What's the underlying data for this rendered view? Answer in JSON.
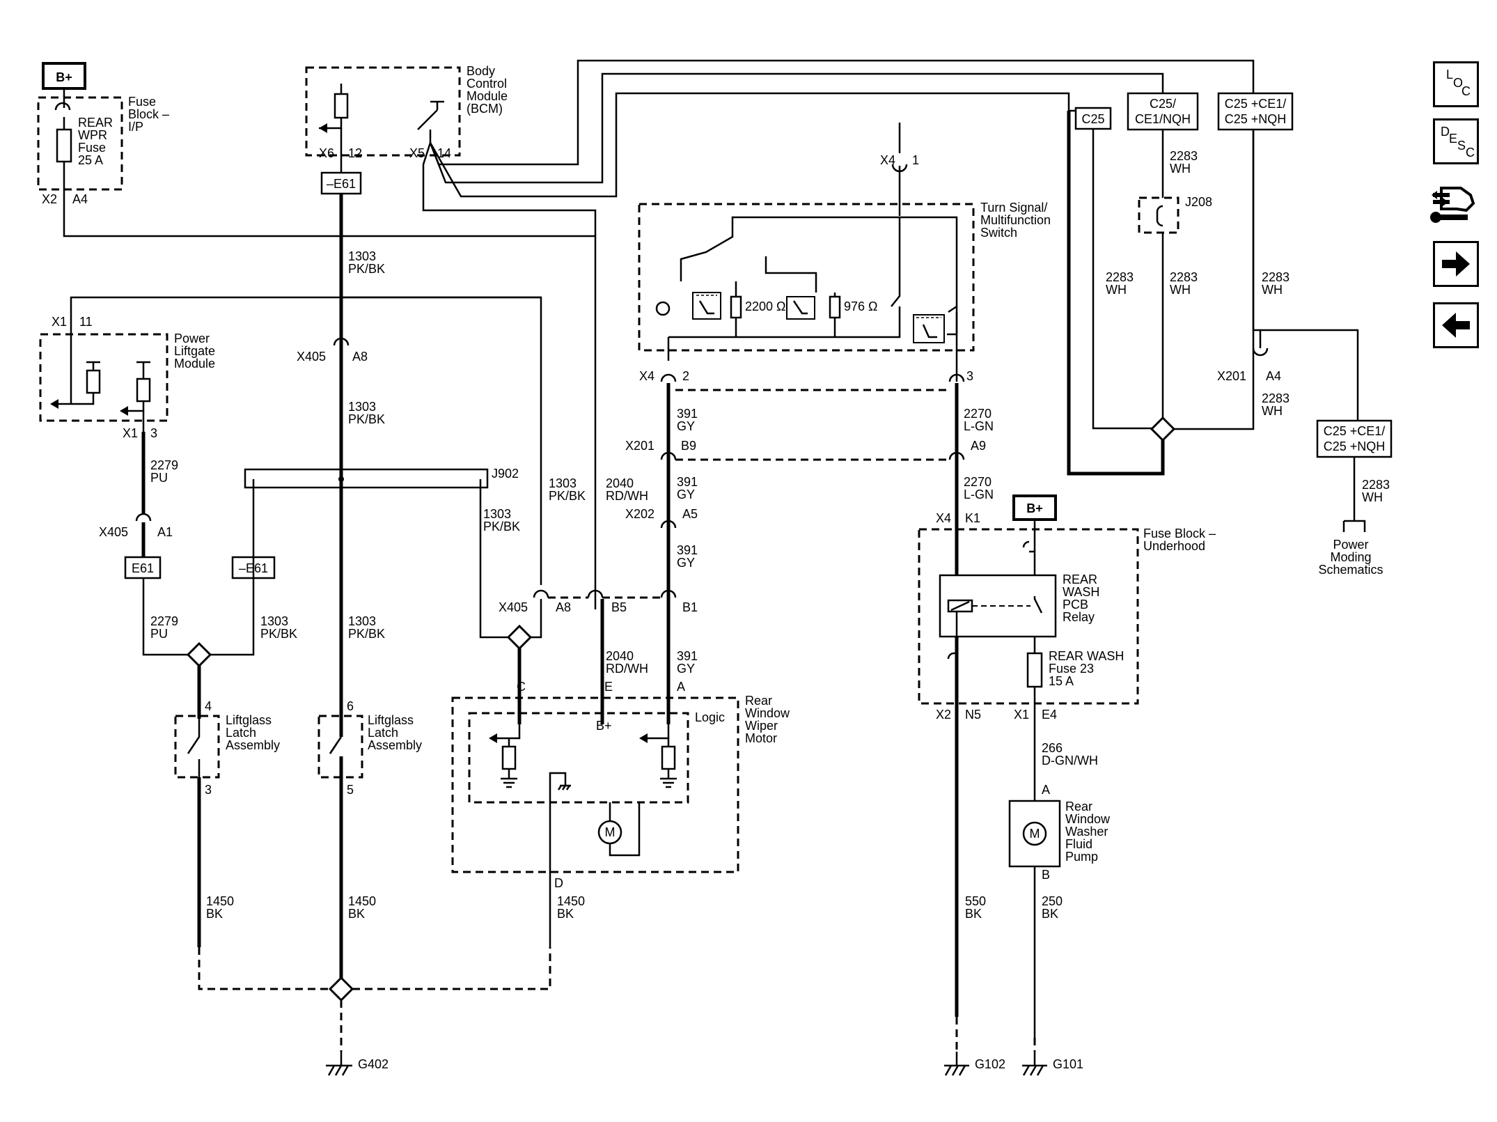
{
  "nav": {
    "loc": {
      "l": "L",
      "o": "O",
      "c": "C"
    },
    "desc": {
      "d": "D",
      "e": "E",
      "s": "S",
      "c": "C"
    }
  },
  "components": {
    "bplus_fuse_ip": "B+",
    "fuse_block_ip": [
      "Fuse",
      "Block –",
      "I/P"
    ],
    "rear_wpr_fuse": [
      "REAR",
      "WPR",
      "Fuse",
      "25 A"
    ],
    "bcm": [
      "Body",
      "Control",
      "Module",
      "(BCM)"
    ],
    "turn_signal_switch": [
      "Turn Signal/",
      "Multifunction",
      "Switch"
    ],
    "power_liftgate_module": [
      "Power",
      "Liftgate",
      "Module"
    ],
    "liftglass_latch_left": [
      "Liftglass",
      "Latch",
      "Assembly"
    ],
    "liftglass_latch_right": [
      "Liftglass",
      "Latch",
      "Assembly"
    ],
    "rear_wiper_motor": [
      "Rear",
      "Window",
      "Wiper",
      "Motor"
    ],
    "logic": "Logic",
    "motor_bplus": "B+",
    "fuse_block_underhood": [
      "Fuse Block –",
      "Underhood"
    ],
    "bplus_underhood": "B+",
    "rear_wash_relay": [
      "REAR",
      "WASH",
      "PCB",
      "Relay"
    ],
    "rear_wash_fuse": [
      "REAR WASH",
      "Fuse 23",
      "15 A"
    ],
    "washer_pump": [
      "Rear",
      "Window",
      "Washer",
      "Fluid",
      "Pump"
    ],
    "power_moding": [
      "Power",
      "Moding",
      "Schematics"
    ],
    "resistor_1": "2200 Ω",
    "resistor_2": "976 Ω",
    "motor_symbol": "M"
  },
  "option_boxes": {
    "c25": "C25",
    "c25_ce1_nqh": [
      "C25/",
      "CE1/NQH"
    ],
    "c25_ce1_c25_nqh_top": [
      "C25 +CE1/",
      "C25 +NQH"
    ],
    "c25_ce1_c25_nqh_right": [
      "C25 +CE1/",
      "C25 +NQH"
    ],
    "e61_left": "E61",
    "e61_neg_left": "–E61",
    "e61_neg_top": "–E61"
  },
  "connectors": {
    "x2_a4": [
      "X2",
      "A4"
    ],
    "x6_12": [
      "X6",
      "12"
    ],
    "x5_14": [
      "X5",
      "14"
    ],
    "x4_1": [
      "X4",
      "1"
    ],
    "x1_11": [
      "X1",
      "11"
    ],
    "x1_3": [
      "X1",
      "3"
    ],
    "x405_a8_top": [
      "X405",
      "A8"
    ],
    "x405_a1": [
      "X405",
      "A1"
    ],
    "x4_2": [
      "X4",
      "2"
    ],
    "x4_3": "3",
    "x201_b9": [
      "X201",
      "B9"
    ],
    "a9": "A9",
    "x202_a5": [
      "X202",
      "A5"
    ],
    "x405_a8_bottom": [
      "X405",
      "A8"
    ],
    "b5": "B5",
    "b1": "B1",
    "j902": "J902",
    "j208": "J208",
    "x201_a4": [
      "X201",
      "A4"
    ],
    "x4_k1": [
      "X4",
      "K1"
    ],
    "x2_n5": [
      "X2",
      "N5"
    ],
    "x1_e4": [
      "X1",
      "E4"
    ],
    "pin_c": "C",
    "pin_e": "E",
    "pin_a": "A",
    "pin_d": "D",
    "pump_a": "A",
    "pump_b": "B",
    "latch_left_top": "4",
    "latch_left_bottom": "3",
    "latch_right_top": "6",
    "latch_right_bottom": "5"
  },
  "wires": {
    "w1303_a": [
      "1303",
      "PK/BK"
    ],
    "w1303_b": [
      "1303",
      "PK/BK"
    ],
    "w1303_c": [
      "1303",
      "PK/BK"
    ],
    "w1303_d": [
      "1303",
      "PK/BK"
    ],
    "w1303_e": [
      "1303",
      "PK/BK"
    ],
    "w1303_f": [
      "1303",
      "PK/BK"
    ],
    "w2279_a": [
      "2279",
      "PU"
    ],
    "w2279_b": [
      "2279",
      "PU"
    ],
    "w2040_a": [
      "2040",
      "RD/WH"
    ],
    "w2040_b": [
      "2040",
      "RD/WH"
    ],
    "w391_a": [
      "391",
      "GY"
    ],
    "w391_b": [
      "391",
      "GY"
    ],
    "w391_c": [
      "391",
      "GY"
    ],
    "w391_d": [
      "391",
      "GY"
    ],
    "w2270_a": [
      "2270",
      "L-GN"
    ],
    "w2270_b": [
      "2270",
      "L-GN"
    ],
    "w2283_a": [
      "2283",
      "WH"
    ],
    "w2283_b": [
      "2283",
      "WH"
    ],
    "w2283_c": [
      "2283",
      "WH"
    ],
    "w2283_d": [
      "2283",
      "WH"
    ],
    "w2283_e": [
      "2283",
      "WH"
    ],
    "w2283_f": [
      "2283",
      "WH"
    ],
    "w1450_a": [
      "1450",
      "BK"
    ],
    "w1450_b": [
      "1450",
      "BK"
    ],
    "w1450_c": [
      "1450",
      "BK"
    ],
    "w550": [
      "550",
      "BK"
    ],
    "w250": [
      "250",
      "BK"
    ],
    "w266": [
      "266",
      "D-GN/WH"
    ]
  },
  "grounds": {
    "g402": "G402",
    "g102": "G102",
    "g101": "G101"
  }
}
